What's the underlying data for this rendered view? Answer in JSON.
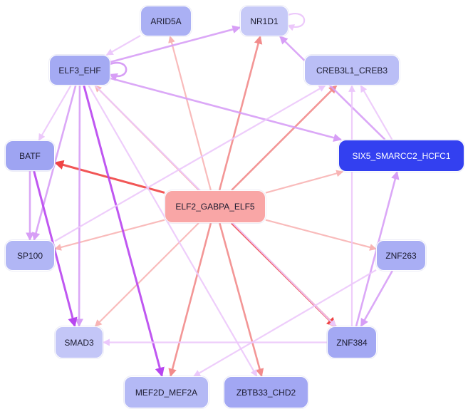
{
  "nodes": {
    "arid5a": {
      "label": "ARID5A",
      "fill": "#aab0f4",
      "text": "#1a1a2e"
    },
    "nr1d1": {
      "label": "NR1D1",
      "fill": "#c6c9f7",
      "text": "#1a1a2e"
    },
    "elf3": {
      "label": "ELF3_EHF",
      "fill": "#a4aaf3",
      "text": "#1a1a2e"
    },
    "creb3l1": {
      "label": "CREB3L1_CREB3",
      "fill": "#babef6",
      "text": "#1a1a2e"
    },
    "batf": {
      "label": "BATF",
      "fill": "#9ea4f2",
      "text": "#1a1a2e"
    },
    "six5": {
      "label": "SIX5_SMARCC2_HCFC1",
      "fill": "#3340f0",
      "text": "#ffffff"
    },
    "elf2": {
      "label": "ELF2_GABPA_ELF5",
      "fill": "#f9a6a6",
      "text": "#1a1a2e"
    },
    "sp100": {
      "label": "SP100",
      "fill": "#b1b6f5",
      "text": "#1a1a2e"
    },
    "znf263": {
      "label": "ZNF263",
      "fill": "#a9aef4",
      "text": "#1a1a2e"
    },
    "smad3": {
      "label": "SMAD3",
      "fill": "#c3c6f7",
      "text": "#1a1a2e"
    },
    "znf384": {
      "label": "ZNF384",
      "fill": "#a3a8f3",
      "text": "#1a1a2e"
    },
    "mef2d": {
      "label": "MEF2D_MEF2A",
      "fill": "#b4b9f5",
      "text": "#1a1a2e"
    },
    "zbtb33": {
      "label": "ZBTB33_CHD2",
      "fill": "#a2a7f3",
      "text": "#1a1a2e"
    }
  },
  "colors": {
    "red_strong": "#ef4444",
    "red_mid": "#f28b8b",
    "red_light": "#f8b4b4",
    "purple_strong": "#b845f0",
    "purple_mid": "#d79ef6",
    "purple_light": "#ecc8fb"
  },
  "edges": [
    {
      "from": "elf2",
      "to": "batf",
      "color": "red_strong"
    },
    {
      "from": "elf2",
      "to": "elf3",
      "color": "red_light"
    },
    {
      "from": "elf2",
      "to": "arid5a",
      "color": "red_light"
    },
    {
      "from": "elf2",
      "to": "nr1d1",
      "color": "red_mid"
    },
    {
      "from": "elf2",
      "to": "creb3l1",
      "color": "red_mid"
    },
    {
      "from": "elf2",
      "to": "six5",
      "color": "red_light"
    },
    {
      "from": "elf2",
      "to": "znf263",
      "color": "red_light"
    },
    {
      "from": "elf2",
      "to": "znf384",
      "color": "red_strong"
    },
    {
      "from": "elf2",
      "to": "zbtb33",
      "color": "red_mid"
    },
    {
      "from": "elf2",
      "to": "mef2d",
      "color": "red_mid"
    },
    {
      "from": "elf2",
      "to": "smad3",
      "color": "red_light"
    },
    {
      "from": "elf2",
      "to": "sp100",
      "color": "red_light"
    },
    {
      "from": "arid5a",
      "to": "elf3",
      "color": "purple_light"
    },
    {
      "from": "elf3",
      "to": "nr1d1",
      "color": "purple_mid"
    },
    {
      "from": "elf3",
      "to": "six5",
      "color": "purple_mid"
    },
    {
      "from": "elf3",
      "to": "batf",
      "color": "purple_light"
    },
    {
      "from": "elf3",
      "to": "sp100",
      "color": "purple_mid"
    },
    {
      "from": "elf3",
      "to": "smad3",
      "color": "purple_mid"
    },
    {
      "from": "elf3",
      "to": "mef2d",
      "color": "purple_strong"
    },
    {
      "from": "elf3",
      "to": "zbtb33",
      "color": "purple_light"
    },
    {
      "from": "elf3",
      "to": "znf384",
      "color": "purple_light"
    },
    {
      "from": "batf",
      "to": "sp100",
      "color": "purple_mid"
    },
    {
      "from": "batf",
      "to": "smad3",
      "color": "purple_strong"
    },
    {
      "from": "six5",
      "to": "nr1d1",
      "color": "purple_mid"
    },
    {
      "from": "six5",
      "to": "creb3l1",
      "color": "purple_light"
    },
    {
      "from": "sp100",
      "to": "creb3l1",
      "color": "purple_light"
    },
    {
      "from": "znf384",
      "to": "six5",
      "color": "purple_mid"
    },
    {
      "from": "znf384",
      "to": "creb3l1",
      "color": "purple_light"
    },
    {
      "from": "znf384",
      "to": "smad3",
      "color": "purple_light"
    },
    {
      "from": "znf263",
      "to": "znf384",
      "color": "purple_mid"
    },
    {
      "from": "znf263",
      "to": "mef2d",
      "color": "purple_light"
    }
  ],
  "self_loops": [
    {
      "node": "nr1d1",
      "color": "purple_light"
    },
    {
      "node": "elf3",
      "color": "purple_mid"
    }
  ]
}
